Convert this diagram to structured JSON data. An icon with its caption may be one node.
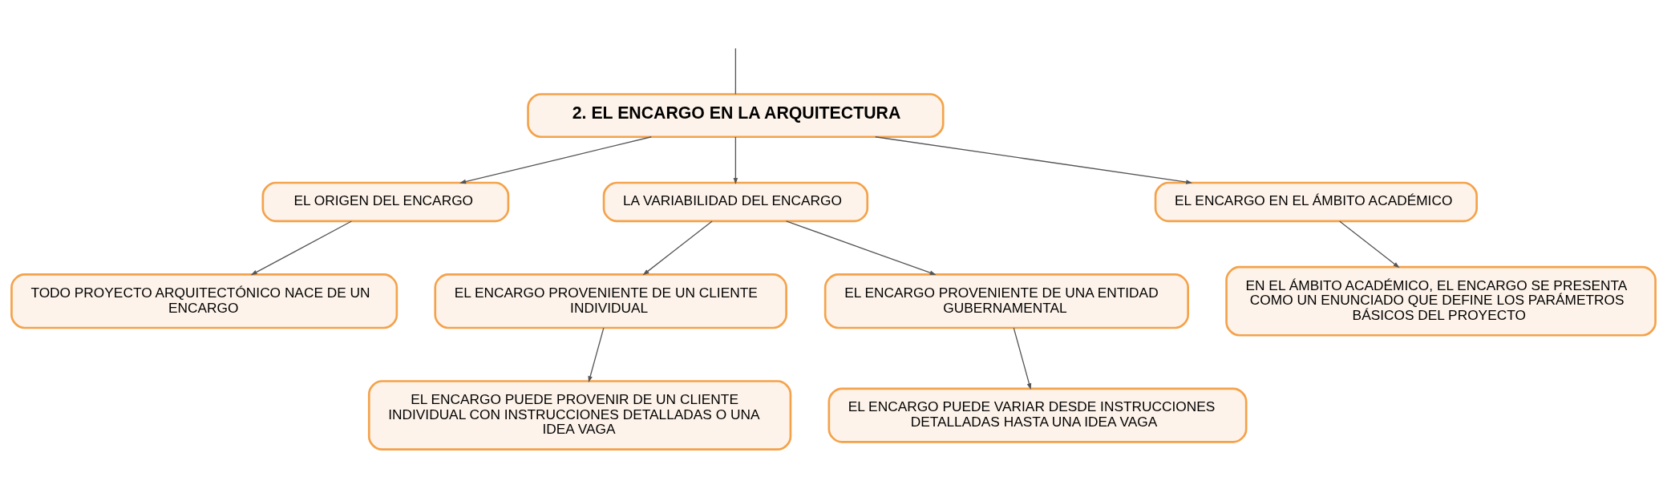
{
  "diagram": {
    "nodes": [
      {
        "text": [
          "2. EL ENCARGO EN LA ARQUITECTURA"
        ]
      },
      {
        "text": [
          "EL ORIGEN DEL ENCARGO"
        ]
      },
      {
        "text": [
          "LA VARIABILIDAD DEL ENCARGO"
        ]
      },
      {
        "text": [
          "EL ENCARGO EN EL ÁMBITO ACADÉMICO"
        ]
      },
      {
        "text": [
          "TODO PROYECTO ARQUITECTÓNICO NACE DE UN ENCARGO"
        ]
      },
      {
        "text": [
          "EL ENCARGO PROVENIENTE DE UN CLIENTE INDIVIDUAL"
        ]
      },
      {
        "text": [
          "EL ENCARGO PROVENIENTE DE UNA ENTIDAD GUBERNAMENTAL"
        ]
      },
      {
        "text": [
          "EL ENCARGO PUEDE PROVENIR DE UN CLIENTE INDIVIDUAL CON INSTRUCCIONES DETALLADAS O UNA IDEA VAGA"
        ]
      },
      {
        "text": [
          "EL ENCARGO PUEDE VARIAR DESDE INSTRUCCIONES DETALLADAS HASTA UNA IDEA VAGA"
        ]
      },
      {
        "text": [
          "EN EL ÁMBITO ACADÉMICO, EL ENCARGO SE PRESENTA COMO UN ENUNCIADO QUE DEFINE LOS PARÁMETROS BÁSICOS DEL PROYECTO"
        ]
      }
    ],
    "edges": [
      {
        "from": null,
        "to": 0,
        "arrow": "none"
      },
      {
        "from": 0,
        "to": 1,
        "arrow": "to"
      },
      {
        "from": 0,
        "to": 2,
        "arrow": "to"
      },
      {
        "from": 0,
        "to": 3,
        "arrow": "to"
      },
      {
        "from": 1,
        "to": 4,
        "arrow": "to"
      },
      {
        "from": 2,
        "to": 5,
        "arrow": "to"
      },
      {
        "from": 2,
        "to": 6,
        "arrow": "to"
      },
      {
        "from": 3,
        "to": 9,
        "arrow": "to"
      },
      {
        "from": 5,
        "to": 7,
        "arrow": "to"
      },
      {
        "from": 6,
        "to": 8,
        "arrow": "to"
      }
    ]
  }
}
